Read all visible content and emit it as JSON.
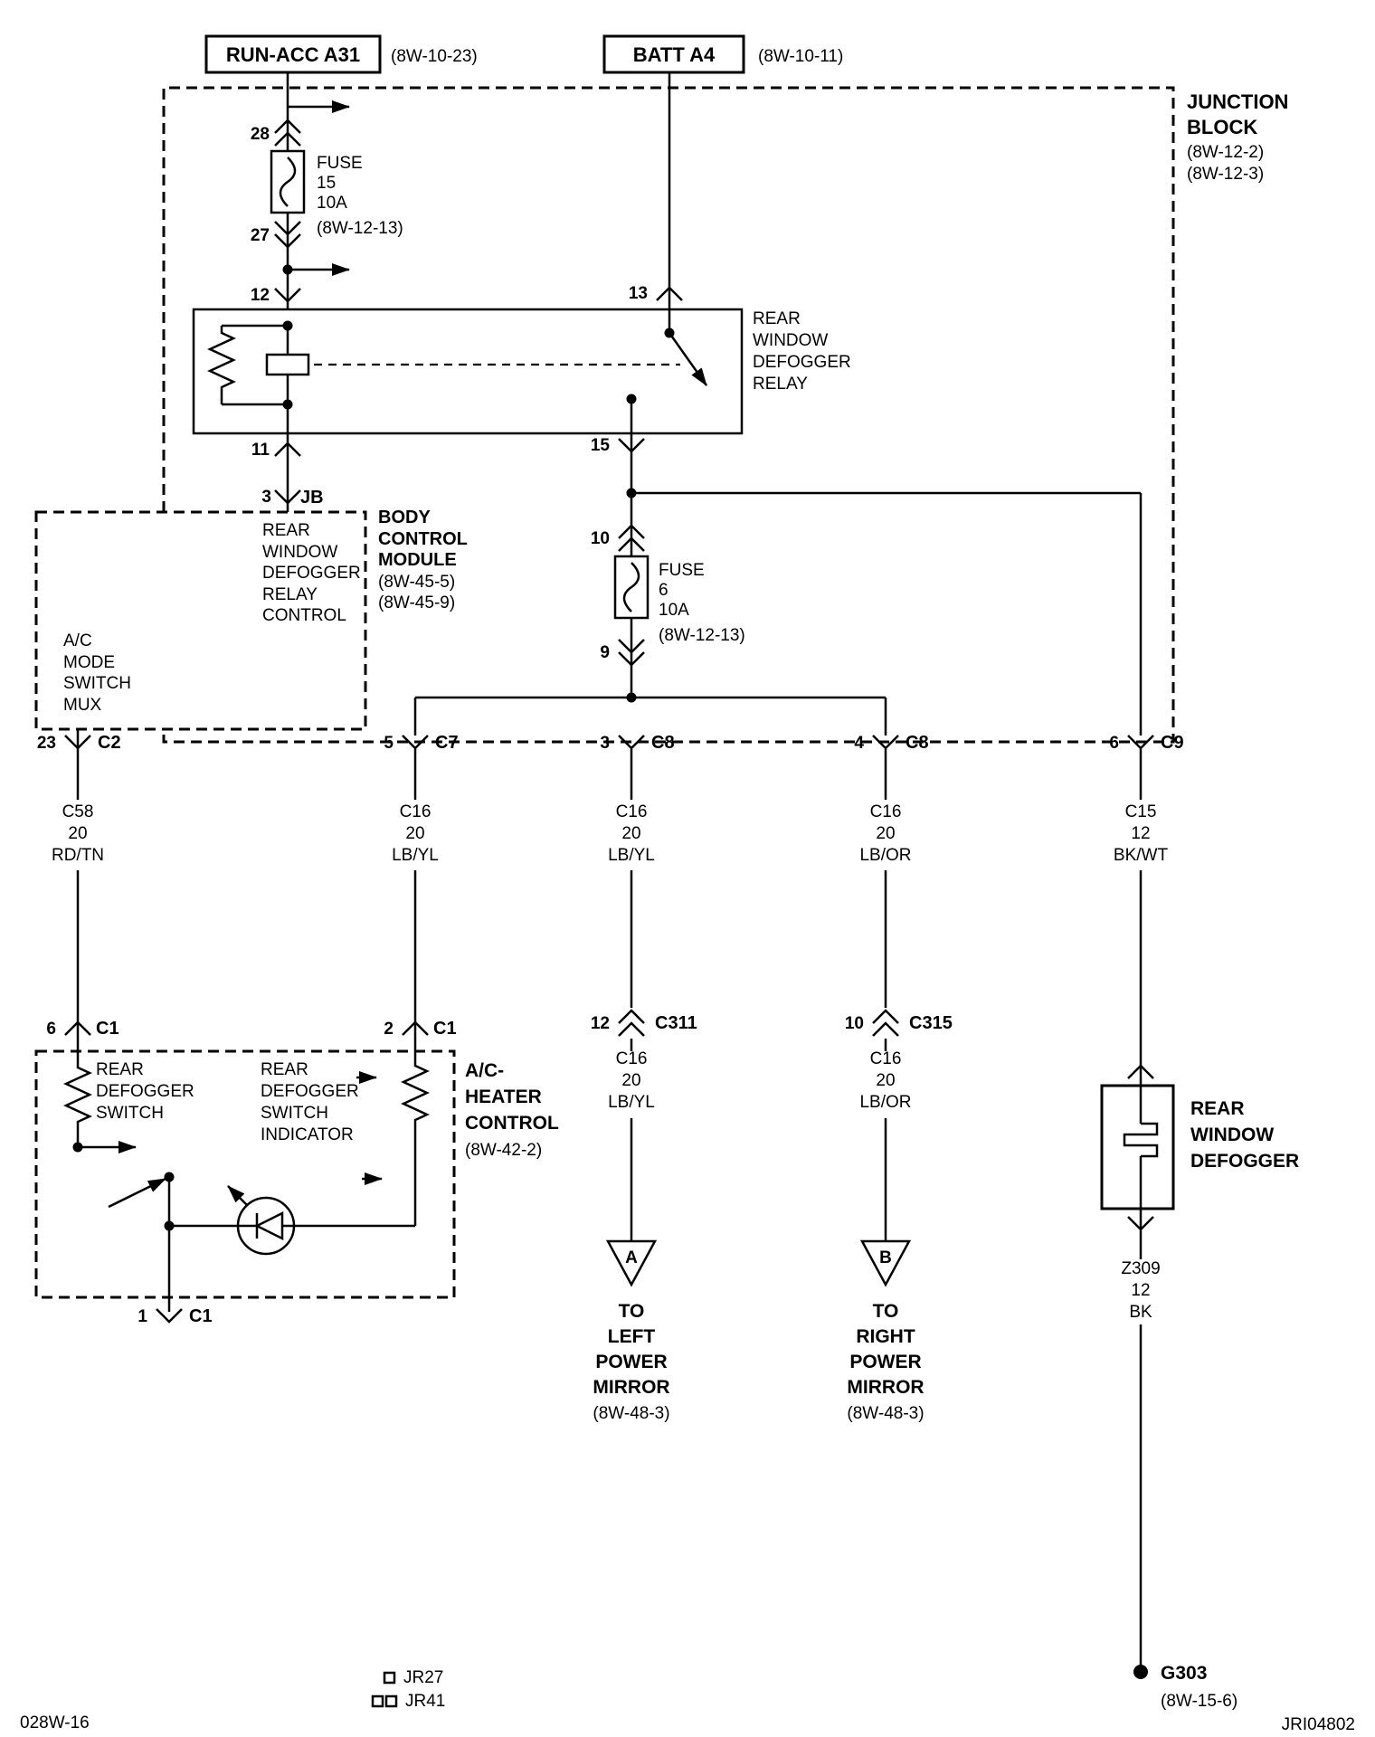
{
  "colors": {
    "ink": "#000000",
    "paper": "#ffffff"
  },
  "page": {
    "sheet_code": "028W-16",
    "drawing_code": "JRI04802"
  },
  "feeds": {
    "run_acc": {
      "label": "RUN-ACC A31",
      "ref": "(8W-10-23)"
    },
    "batt": {
      "label": "BATT A4",
      "ref": "(8W-10-11)"
    }
  },
  "junction_block": {
    "title": [
      "JUNCTION",
      "BLOCK"
    ],
    "refs": [
      "(8W-12-2)",
      "(8W-12-3)"
    ],
    "pins": {
      "p28": "28",
      "p27": "27",
      "p12": "12",
      "p13": "13",
      "p11": "11",
      "p15": "15",
      "p10": "10",
      "p9": "9",
      "p3": "3",
      "jb": "JB"
    },
    "fuse15": {
      "name": "FUSE",
      "number": "15",
      "rating": "10A",
      "ref": "(8W-12-13)"
    },
    "fuse6": {
      "name": "FUSE",
      "number": "6",
      "rating": "10A",
      "ref": "(8W-12-13)"
    }
  },
  "relay": {
    "label": [
      "REAR",
      "WINDOW",
      "DEFOGGER",
      "RELAY"
    ]
  },
  "bcm": {
    "control_label": [
      "REAR",
      "WINDOW",
      "DEFOGGER",
      "RELAY",
      "CONTROL"
    ],
    "module_label": [
      "BODY",
      "CONTROL",
      "MODULE"
    ],
    "module_refs": [
      "(8W-45-5)",
      "(8W-45-9)"
    ],
    "mux_label": [
      "A/C",
      "MODE",
      "SWITCH",
      "MUX"
    ]
  },
  "connectors": {
    "c2": {
      "pin": "23",
      "name": "C2"
    },
    "c7": {
      "pin": "5",
      "name": "C7"
    },
    "c8a": {
      "pin": "3",
      "name": "C8"
    },
    "c8b": {
      "pin": "4",
      "name": "C8"
    },
    "c9": {
      "pin": "6",
      "name": "C9"
    },
    "c311": {
      "pin": "12",
      "name": "C311"
    },
    "c315": {
      "pin": "10",
      "name": "C315"
    },
    "c1_switch": {
      "pin": "6",
      "name": "C1"
    },
    "c1_indicator": {
      "pin": "2",
      "name": "C1"
    },
    "c1_common": {
      "pin": "1",
      "name": "C1"
    }
  },
  "wires": {
    "c2_c1": [
      "C58",
      "20",
      "RD/TN"
    ],
    "c7_c1": [
      "C16",
      "20",
      "LB/YL"
    ],
    "c8_c311": [
      "C16",
      "20",
      "LB/YL"
    ],
    "c311_mirror": [
      "C16",
      "20",
      "LB/YL"
    ],
    "c8_c315": [
      "C16",
      "20",
      "LB/OR"
    ],
    "c315_mirror": [
      "C16",
      "20",
      "LB/OR"
    ],
    "c9_defogger": [
      "C15",
      "12",
      "BK/WT"
    ],
    "defogger_ground": [
      "Z309",
      "12",
      "BK"
    ]
  },
  "ac_heater_control": {
    "title": [
      "A/C-",
      "HEATER",
      "CONTROL"
    ],
    "ref": "(8W-42-2)",
    "switch_label": [
      "REAR",
      "DEFOGGER",
      "SWITCH"
    ],
    "indicator_label": [
      "REAR",
      "DEFOGGER",
      "SWITCH",
      "INDICATOR"
    ]
  },
  "mirrors": {
    "left": {
      "tag": "A",
      "label": [
        "TO",
        "LEFT",
        "POWER",
        "MIRROR"
      ],
      "ref": "(8W-48-3)"
    },
    "right": {
      "tag": "B",
      "label": [
        "TO",
        "RIGHT",
        "POWER",
        "MIRROR"
      ],
      "ref": "(8W-48-3)"
    }
  },
  "rear_window_defogger": {
    "label": [
      "REAR",
      "WINDOW",
      "DEFOGGER"
    ]
  },
  "ground": {
    "name": "G303",
    "ref": "(8W-15-6)"
  },
  "legend": {
    "jr27": "JR27",
    "jr41": "JR41"
  }
}
